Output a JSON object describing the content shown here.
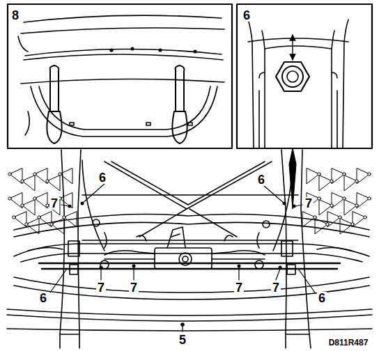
{
  "diagram": {
    "labels": [
      "8",
      "6",
      "6",
      "6",
      "7",
      "7",
      "6",
      "6",
      "7",
      "7",
      "7",
      "7",
      "5",
      "D811R487"
    ]
  }
}
